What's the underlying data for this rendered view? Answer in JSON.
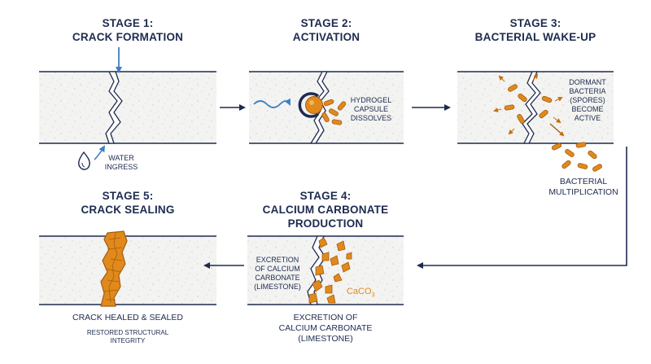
{
  "stages": [
    {
      "id": "stage-1",
      "title_line1": "STAGE 1:",
      "title_line2": "CRACK FORMATION"
    },
    {
      "id": "stage-2",
      "title_line1": "STAGE 2:",
      "title_line2": "ACTIVATION"
    },
    {
      "id": "stage-3",
      "title_line1": "STAGE 3:",
      "title_line2": "BACTERIAL WAKE-UP"
    },
    {
      "id": "stage-4",
      "title_line1": "STAGE 4:",
      "title_line2": "CALCIUM CARBONATE",
      "title_line3": "PRODUCTION"
    },
    {
      "id": "stage-5",
      "title_line1": "STAGE 5:",
      "title_line2": "CRACK SEALING"
    }
  ],
  "labels": {
    "water_ingress": [
      "WATER",
      "INGRESS"
    ],
    "hydrogel": [
      "HYDROGEL",
      "CAPSULE",
      "DISSOLVES"
    ],
    "dormant": [
      "DORMANT",
      "BACTERIA",
      "(SPORES)",
      "BECOME",
      "ACTIVE"
    ],
    "multiplication": [
      "BACTERIAL",
      "MULTIPLICATION"
    ],
    "excretion_inner": [
      "EXCRETION",
      "OF CALCIUM",
      "CARBONATE",
      "(LIMESTONE)"
    ],
    "caco3": {
      "base": "CaCO",
      "sub": "3"
    },
    "excretion_caption": [
      "EXCRETION OF",
      "CALCIUM CARBONATE",
      "(LIMESTONE)"
    ],
    "healed": "CRACK HEALED & SEALED",
    "restored": [
      "RESTORED STRUCTURAL",
      "INTEGRITY"
    ]
  },
  "colors": {
    "navy": "#1d2b4f",
    "blue": "#3f7fc1",
    "orange": "#e08a1c",
    "dark_orange": "#a85a0e",
    "concrete": "#f2f2f0"
  },
  "icons": [
    "water-drop-icon",
    "water-wave-icon",
    "hydrogel-capsule-icon",
    "bacteria-icon",
    "limestone-crystal-icon",
    "flow-arrow-icon"
  ]
}
